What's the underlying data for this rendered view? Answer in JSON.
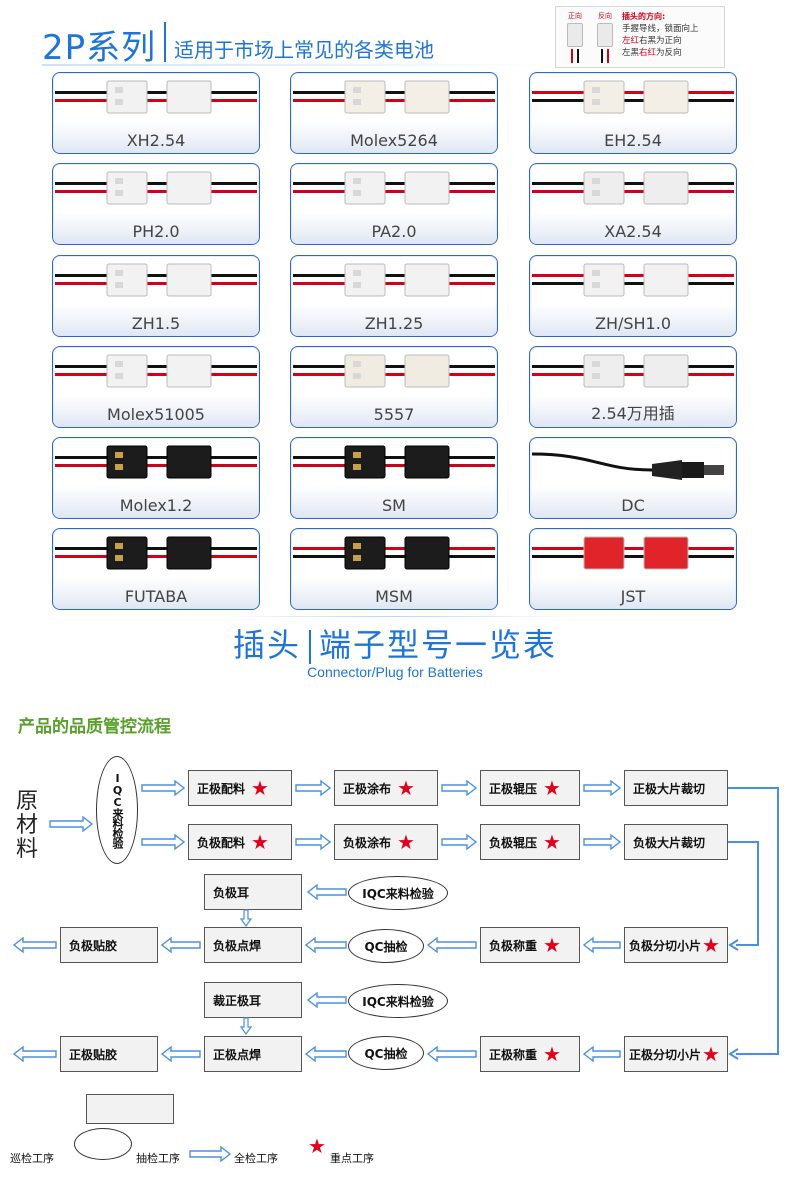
{
  "header": {
    "series_title": "2P系列",
    "series_subtitle": "适用于市场上常见的各类电池"
  },
  "direction_note": {
    "label_forward": "正向",
    "label_reverse": "反向",
    "heading": "插头的方向:",
    "line1": "手握导线，锁面向上",
    "line2a": "左红",
    "line2b": "右黑为正向",
    "line3a": "左黑",
    "line3b": "右红",
    "line3c": "为反向",
    "colors": {
      "red": "#d0021b",
      "black": "#111111"
    }
  },
  "connectors": [
    {
      "name": "XH2.54",
      "wires": [
        "#111111",
        "#d0021b"
      ],
      "body": "#f2f2f2"
    },
    {
      "name": "Molex5264",
      "wires": [
        "#111111",
        "#d0021b"
      ],
      "body": "#f3efe6"
    },
    {
      "name": "EH2.54",
      "wires": [
        "#d0021b",
        "#111111"
      ],
      "body": "#f3efe6"
    },
    {
      "name": "PH2.0",
      "wires": [
        "#111111",
        "#d0021b"
      ],
      "body": "#f2f2f2"
    },
    {
      "name": "PA2.0",
      "wires": [
        "#111111",
        "#d0021b"
      ],
      "body": "#f2f2f2"
    },
    {
      "name": "XA2.54",
      "wires": [
        "#111111",
        "#d0021b"
      ],
      "body": "#eeeeee"
    },
    {
      "name": "ZH1.5",
      "wires": [
        "#111111",
        "#d0021b"
      ],
      "body": "#f2f2f2"
    },
    {
      "name": "ZH1.25",
      "wires": [
        "#111111",
        "#d0021b"
      ],
      "body": "#f2f2f2"
    },
    {
      "name": "ZH/SH1.0",
      "wires": [
        "#d0021b",
        "#111111"
      ],
      "body": "#f2f2f2"
    },
    {
      "name": "Molex51005",
      "wires": [
        "#111111",
        "#d0021b"
      ],
      "body": "#f2f2f2"
    },
    {
      "name": "5557",
      "wires": [
        "#111111",
        "#d0021b"
      ],
      "body": "#f0ece2"
    },
    {
      "name": "2.54万用插",
      "wires": [
        "#111111",
        "#d0021b"
      ],
      "body": "#eeeeee"
    },
    {
      "name": "Molex1.2",
      "wires": [
        "#111111",
        "#d0021b"
      ],
      "body": "#1c1c1c"
    },
    {
      "name": "SM",
      "wires": [
        "#111111",
        "#d0021b"
      ],
      "body": "#1c1c1c"
    },
    {
      "name": "DC",
      "wires": [
        "#111111",
        "#111111"
      ],
      "body": "#1c1c1c"
    },
    {
      "name": "FUTABA",
      "wires": [
        "#111111",
        "#d0021b"
      ],
      "body": "#1c1c1c"
    },
    {
      "name": "MSM",
      "wires": [
        "#d0021b",
        "#111111"
      ],
      "body": "#1c1c1c"
    },
    {
      "name": "JST",
      "wires": [
        "#d0021b",
        "#111111"
      ],
      "body": "#e0242a"
    }
  ],
  "table_title": {
    "part1": "插头",
    "part2": "端子型号一览表",
    "english": "Connector/Plug for Batteries"
  },
  "flow": {
    "heading": "产品的品质管控流程",
    "raw_material": "原材料",
    "iqc_incoming": "IQC来料检验",
    "positive_row": [
      "正极配料",
      "正极涂布",
      "正极辊压",
      "正极大片裁切"
    ],
    "negative_row": [
      "负极配料",
      "负极涂布",
      "负极辊压",
      "负极大片裁切"
    ],
    "neg_tab": "负极耳",
    "neg_tab_iqc": "IQC来料检验",
    "neg_row3": [
      "负极贴胶",
      "负极点焊",
      "QC抽检",
      "负极称重",
      "负极分切小片"
    ],
    "pos_tab": "裁正极耳",
    "pos_tab_iqc": "IQC来料检验",
    "pos_row5": [
      "正极贴胶",
      "正极点焊",
      "QC抽检",
      "正极称重",
      "正极分切小片"
    ],
    "legend": {
      "patrol": "巡检工序",
      "sampling": "抽检工序",
      "full": "全检工序",
      "key": "重点工序"
    },
    "colors": {
      "arrow_blue": "#4a90e2",
      "star_red": "#e0001b",
      "heading_green": "#5aa02c"
    }
  }
}
